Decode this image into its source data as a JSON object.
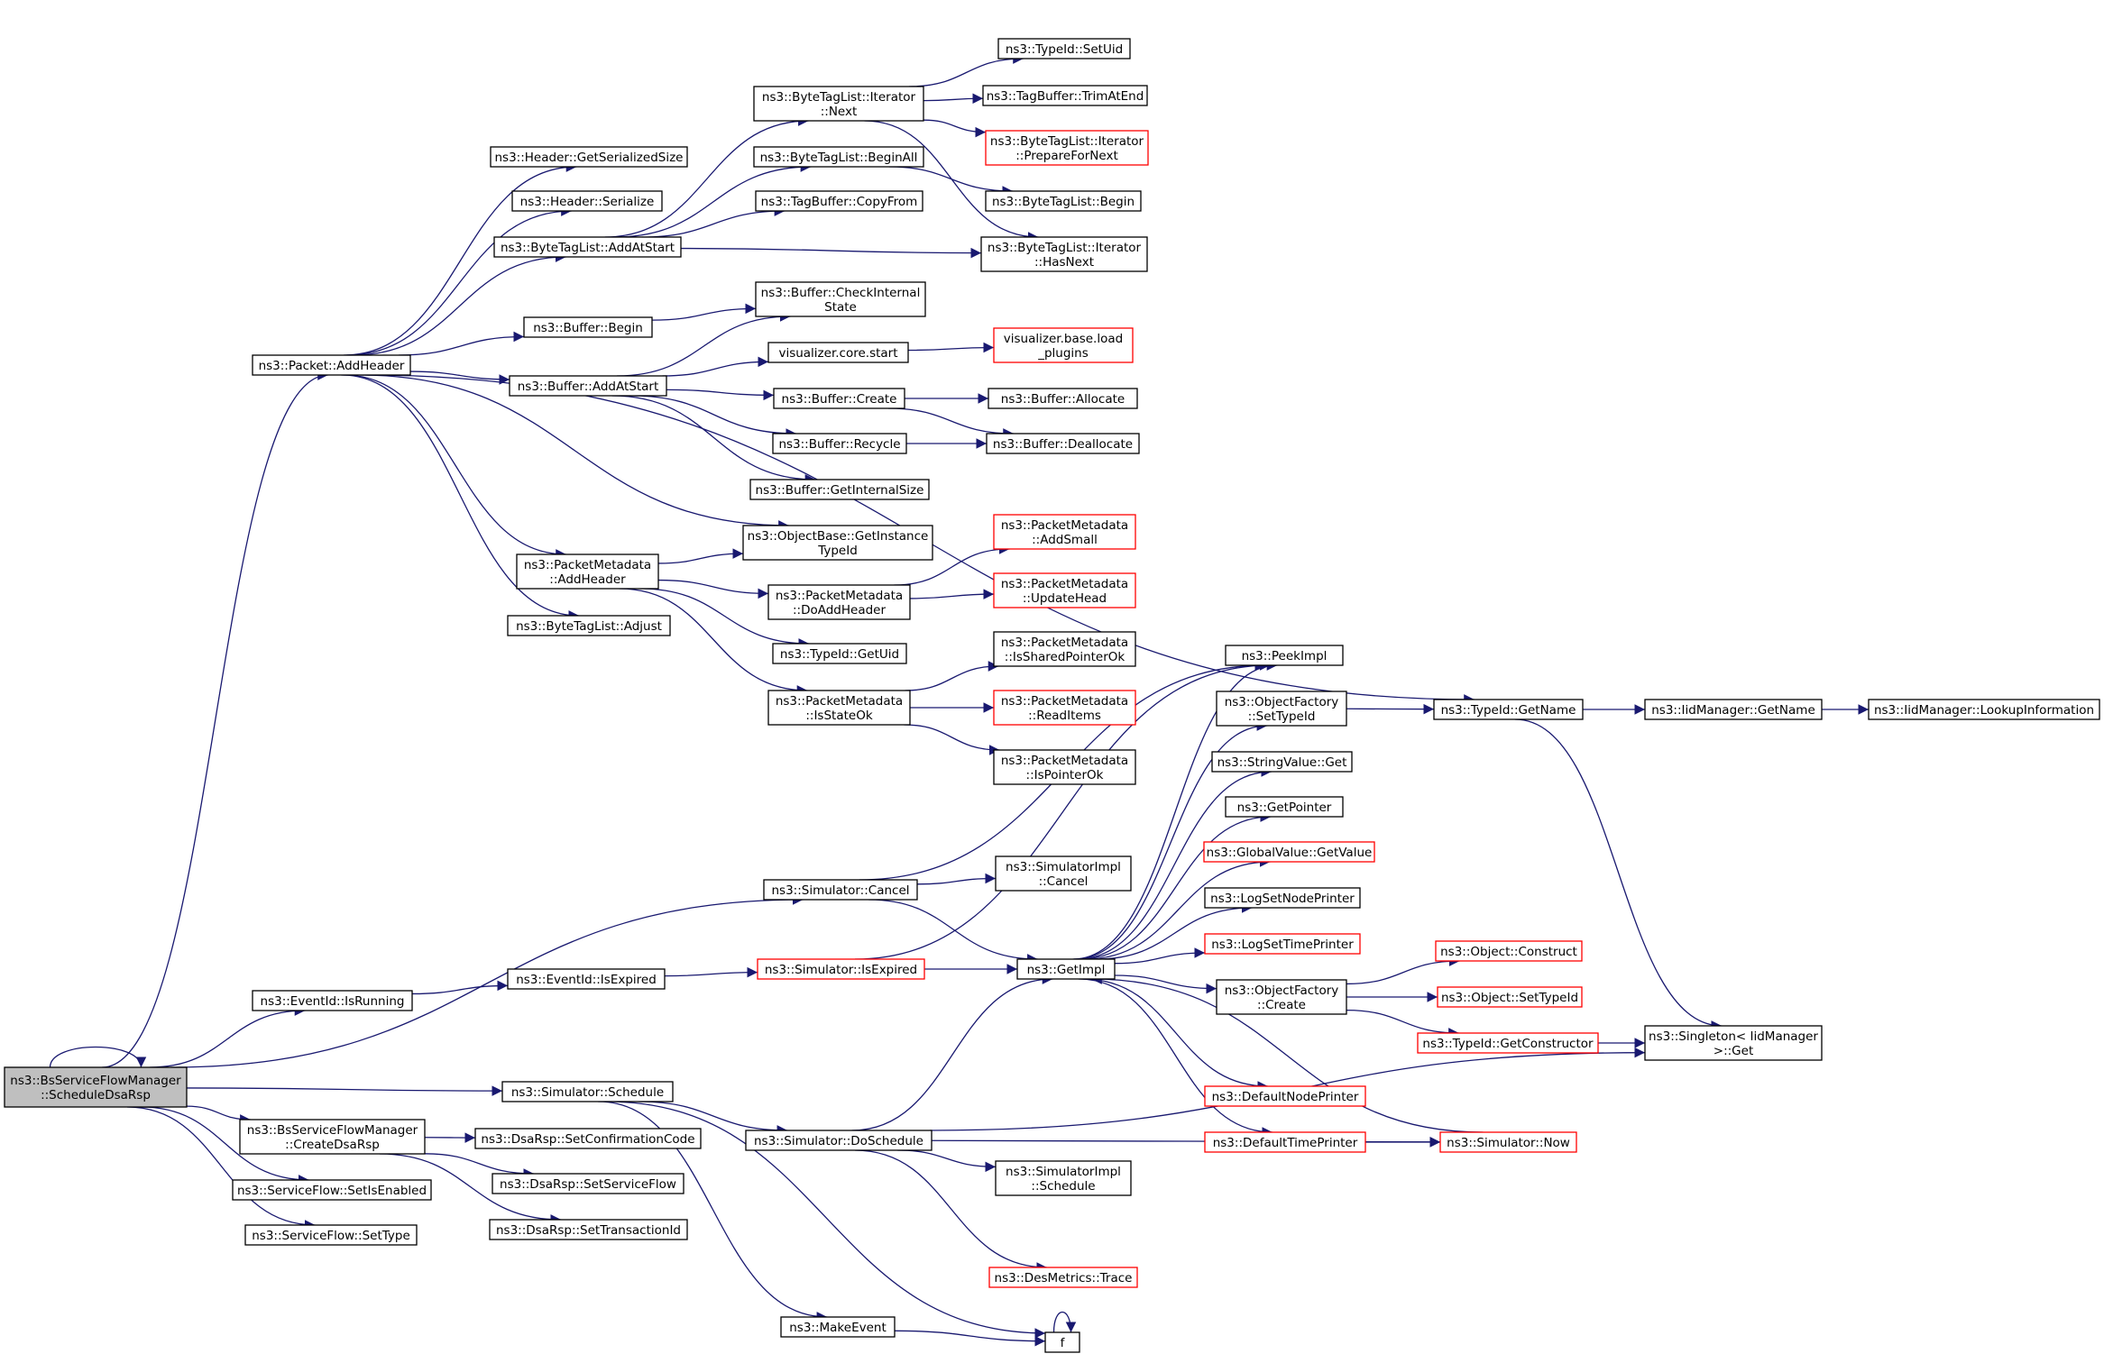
{
  "nodes": [
    {
      "id": "root",
      "lines": [
        "ns3::BsServiceFlowManager",
        "::ScheduleDsaRsp"
      ],
      "kind": "root"
    },
    {
      "id": "addHeader",
      "lines": [
        "ns3::Packet::AddHeader"
      ]
    },
    {
      "id": "eventIsRunning",
      "lines": [
        "ns3::EventId::IsRunning"
      ]
    },
    {
      "id": "createDsaRsp",
      "lines": [
        "ns3::BsServiceFlowManager",
        "::CreateDsaRsp"
      ]
    },
    {
      "id": "sfSetIsEnabled",
      "lines": [
        "ns3::ServiceFlow::SetIsEnabled"
      ]
    },
    {
      "id": "sfSetType",
      "lines": [
        "ns3::ServiceFlow::SetType"
      ]
    },
    {
      "id": "hdrGetSerSize",
      "lines": [
        "ns3::Header::GetSerializedSize"
      ]
    },
    {
      "id": "hdrSerialize",
      "lines": [
        "ns3::Header::Serialize"
      ]
    },
    {
      "id": "btlAddAtStart",
      "lines": [
        "ns3::ByteTagList::AddAtStart"
      ]
    },
    {
      "id": "bufBegin",
      "lines": [
        "ns3::Buffer::Begin"
      ]
    },
    {
      "id": "bufAddAtStart",
      "lines": [
        "ns3::Buffer::AddAtStart"
      ]
    },
    {
      "id": "pmAddHeader",
      "lines": [
        "ns3::PacketMetadata",
        "::AddHeader"
      ]
    },
    {
      "id": "btlAdjust",
      "lines": [
        "ns3::ByteTagList::Adjust"
      ]
    },
    {
      "id": "simCancel",
      "lines": [
        "ns3::Simulator::Cancel"
      ]
    },
    {
      "id": "eventIsExpired",
      "lines": [
        "ns3::EventId::IsExpired"
      ]
    },
    {
      "id": "simSchedule",
      "lines": [
        "ns3::Simulator::Schedule"
      ]
    },
    {
      "id": "dsaSetConf",
      "lines": [
        "ns3::DsaRsp::SetConfirmationCode"
      ]
    },
    {
      "id": "dsaSetSF",
      "lines": [
        "ns3::DsaRsp::SetServiceFlow"
      ]
    },
    {
      "id": "dsaSetTid",
      "lines": [
        "ns3::DsaRsp::SetTransactionId"
      ]
    },
    {
      "id": "btlIterNext",
      "lines": [
        "ns3::ByteTagList::Iterator",
        "::Next"
      ]
    },
    {
      "id": "btlBeginAll",
      "lines": [
        "ns3::ByteTagList::BeginAll"
      ]
    },
    {
      "id": "tbCopyFrom",
      "lines": [
        "ns3::TagBuffer::CopyFrom"
      ]
    },
    {
      "id": "bufCheckInternal",
      "lines": [
        "ns3::Buffer::CheckInternal",
        "State"
      ]
    },
    {
      "id": "vizCoreStart",
      "lines": [
        "visualizer.core.start"
      ]
    },
    {
      "id": "bufCreate",
      "lines": [
        "ns3::Buffer::Create"
      ]
    },
    {
      "id": "bufRecycle",
      "lines": [
        "ns3::Buffer::Recycle"
      ]
    },
    {
      "id": "bufGetInternalSize",
      "lines": [
        "ns3::Buffer::GetInternalSize"
      ]
    },
    {
      "id": "objGetInstanceTypeId",
      "lines": [
        "ns3::ObjectBase::GetInstance",
        "TypeId"
      ]
    },
    {
      "id": "pmDoAddHeader",
      "lines": [
        "ns3::PacketMetadata",
        "::DoAddHeader"
      ]
    },
    {
      "id": "typeIdGetUid",
      "lines": [
        "ns3::TypeId::GetUid"
      ]
    },
    {
      "id": "pmIsStateOk",
      "lines": [
        "ns3::PacketMetadata",
        "::IsStateOk"
      ]
    },
    {
      "id": "simIsExpired",
      "lines": [
        "ns3::Simulator::IsExpired"
      ],
      "kind": "red"
    },
    {
      "id": "simDoSchedule",
      "lines": [
        "ns3::Simulator::DoSchedule"
      ]
    },
    {
      "id": "makeEvent",
      "lines": [
        "ns3::MakeEvent"
      ]
    },
    {
      "id": "typeIdSetUid",
      "lines": [
        "ns3::TypeId::SetUid"
      ]
    },
    {
      "id": "tbTrimAtEnd",
      "lines": [
        "ns3::TagBuffer::TrimAtEnd"
      ]
    },
    {
      "id": "btlIterPrepare",
      "lines": [
        "ns3::ByteTagList::Iterator",
        "::PrepareForNext"
      ],
      "kind": "red"
    },
    {
      "id": "btlBegin",
      "lines": [
        "ns3::ByteTagList::Begin"
      ]
    },
    {
      "id": "btlIterHasNext",
      "lines": [
        "ns3::ByteTagList::Iterator",
        "::HasNext"
      ]
    },
    {
      "id": "vizLoadPlugins",
      "lines": [
        "visualizer.base.load",
        "_plugins"
      ],
      "kind": "red"
    },
    {
      "id": "bufAllocate",
      "lines": [
        "ns3::Buffer::Allocate"
      ]
    },
    {
      "id": "bufDeallocate",
      "lines": [
        "ns3::Buffer::Deallocate"
      ]
    },
    {
      "id": "pmAddSmall",
      "lines": [
        "ns3::PacketMetadata",
        "::AddSmall"
      ],
      "kind": "red"
    },
    {
      "id": "pmUpdateHead",
      "lines": [
        "ns3::PacketMetadata",
        "::UpdateHead"
      ],
      "kind": "red"
    },
    {
      "id": "pmIsSharedPtrOk",
      "lines": [
        "ns3::PacketMetadata",
        "::IsSharedPointerOk"
      ]
    },
    {
      "id": "pmReadItems",
      "lines": [
        "ns3::PacketMetadata",
        "::ReadItems"
      ],
      "kind": "red"
    },
    {
      "id": "pmIsPointerOk",
      "lines": [
        "ns3::PacketMetadata",
        "::IsPointerOk"
      ]
    },
    {
      "id": "simImplCancel",
      "lines": [
        "ns3::SimulatorImpl",
        "::Cancel"
      ]
    },
    {
      "id": "getImpl",
      "lines": [
        "ns3::GetImpl"
      ]
    },
    {
      "id": "simImplSchedule",
      "lines": [
        "ns3::SimulatorImpl",
        "::Schedule"
      ]
    },
    {
      "id": "desTrace",
      "lines": [
        "ns3::DesMetrics::Trace"
      ],
      "kind": "red"
    },
    {
      "id": "f",
      "lines": [
        "f"
      ]
    },
    {
      "id": "peekImpl",
      "lines": [
        "ns3::PeekImpl"
      ]
    },
    {
      "id": "ofSetTypeId",
      "lines": [
        "ns3::ObjectFactory",
        "::SetTypeId"
      ]
    },
    {
      "id": "strValueGet",
      "lines": [
        "ns3::StringValue::Get"
      ]
    },
    {
      "id": "getPointer",
      "lines": [
        "ns3::GetPointer"
      ]
    },
    {
      "id": "gvGetValue",
      "lines": [
        "ns3::GlobalValue::GetValue"
      ],
      "kind": "red"
    },
    {
      "id": "logSetNodePrinter",
      "lines": [
        "ns3::LogSetNodePrinter"
      ]
    },
    {
      "id": "logSetTimePrinter",
      "lines": [
        "ns3::LogSetTimePrinter"
      ],
      "kind": "red"
    },
    {
      "id": "ofCreate",
      "lines": [
        "ns3::ObjectFactory",
        "::Create"
      ]
    },
    {
      "id": "defNodePrinter",
      "lines": [
        "ns3::DefaultNodePrinter"
      ],
      "kind": "red"
    },
    {
      "id": "defTimePrinter",
      "lines": [
        "ns3::DefaultTimePrinter"
      ],
      "kind": "red"
    },
    {
      "id": "typeIdGetName",
      "lines": [
        "ns3::TypeId::GetName"
      ]
    },
    {
      "id": "objConstruct",
      "lines": [
        "ns3::Object::Construct"
      ],
      "kind": "red"
    },
    {
      "id": "objSetTypeId",
      "lines": [
        "ns3::Object::SetTypeId"
      ],
      "kind": "red"
    },
    {
      "id": "typeIdGetCtor",
      "lines": [
        "ns3::TypeId::GetConstructor"
      ],
      "kind": "red"
    },
    {
      "id": "simNow",
      "lines": [
        "ns3::Simulator::Now"
      ],
      "kind": "red"
    },
    {
      "id": "iidGetName",
      "lines": [
        "ns3::IidManager::GetName"
      ]
    },
    {
      "id": "singletonGet",
      "lines": [
        "ns3::Singleton< IidManager",
        ">::Get"
      ]
    },
    {
      "id": "iidLookup",
      "lines": [
        "ns3::IidManager::LookupInformation"
      ]
    }
  ],
  "edges": [
    [
      "root",
      "root"
    ],
    [
      "root",
      "addHeader"
    ],
    [
      "root",
      "eventIsRunning"
    ],
    [
      "root",
      "simSchedule"
    ],
    [
      "root",
      "createDsaRsp"
    ],
    [
      "root",
      "sfSetIsEnabled"
    ],
    [
      "root",
      "sfSetType"
    ],
    [
      "addHeader",
      "typeIdGetName"
    ],
    [
      "addHeader",
      "hdrGetSerSize"
    ],
    [
      "addHeader",
      "hdrSerialize"
    ],
    [
      "addHeader",
      "btlAddAtStart"
    ],
    [
      "addHeader",
      "bufBegin"
    ],
    [
      "addHeader",
      "bufAddAtStart"
    ],
    [
      "addHeader",
      "objGetInstanceTypeId"
    ],
    [
      "addHeader",
      "pmAddHeader"
    ],
    [
      "addHeader",
      "btlAdjust"
    ],
    [
      "btlAddAtStart",
      "btlIterNext"
    ],
    [
      "btlAddAtStart",
      "btlBeginAll"
    ],
    [
      "btlAddAtStart",
      "tbCopyFrom"
    ],
    [
      "btlAddAtStart",
      "btlIterHasNext"
    ],
    [
      "btlIterNext",
      "typeIdSetUid"
    ],
    [
      "btlIterNext",
      "tbTrimAtEnd"
    ],
    [
      "btlIterNext",
      "btlIterPrepare"
    ],
    [
      "btlIterNext",
      "btlIterHasNext"
    ],
    [
      "btlBeginAll",
      "btlBegin"
    ],
    [
      "bufBegin",
      "bufCheckInternal"
    ],
    [
      "bufAddAtStart",
      "bufCheckInternal"
    ],
    [
      "bufAddAtStart",
      "vizCoreStart"
    ],
    [
      "bufAddAtStart",
      "bufCreate"
    ],
    [
      "bufAddAtStart",
      "bufRecycle"
    ],
    [
      "bufAddAtStart",
      "bufGetInternalSize"
    ],
    [
      "vizCoreStart",
      "vizLoadPlugins"
    ],
    [
      "bufCreate",
      "bufAllocate"
    ],
    [
      "bufCreate",
      "bufDeallocate"
    ],
    [
      "bufRecycle",
      "bufDeallocate"
    ],
    [
      "pmAddHeader",
      "objGetInstanceTypeId"
    ],
    [
      "pmAddHeader",
      "pmDoAddHeader"
    ],
    [
      "pmAddHeader",
      "typeIdGetUid"
    ],
    [
      "pmAddHeader",
      "pmIsStateOk"
    ],
    [
      "pmDoAddHeader",
      "pmAddSmall"
    ],
    [
      "pmDoAddHeader",
      "pmUpdateHead"
    ],
    [
      "pmIsStateOk",
      "pmIsSharedPtrOk"
    ],
    [
      "pmIsStateOk",
      "pmReadItems"
    ],
    [
      "pmIsStateOk",
      "pmIsPointerOk"
    ],
    [
      "eventIsRunning",
      "eventIsExpired"
    ],
    [
      "eventIsExpired",
      "simIsExpired"
    ],
    [
      "simIsExpired",
      "getImpl"
    ],
    [
      "simIsExpired",
      "peekImpl"
    ],
    [
      "simCancel",
      "simImplCancel"
    ],
    [
      "simCancel",
      "getImpl"
    ],
    [
      "simCancel",
      "peekImpl"
    ],
    [
      "root",
      "simCancel"
    ],
    [
      "simSchedule",
      "simDoSchedule"
    ],
    [
      "simSchedule",
      "makeEvent"
    ],
    [
      "simSchedule",
      "f"
    ],
    [
      "simDoSchedule",
      "getImpl"
    ],
    [
      "simDoSchedule",
      "simImplSchedule"
    ],
    [
      "simDoSchedule",
      "desTrace"
    ],
    [
      "simDoSchedule",
      "simNow"
    ],
    [
      "simDoSchedule",
      "singletonGet"
    ],
    [
      "makeEvent",
      "f"
    ],
    [
      "f",
      "f"
    ],
    [
      "createDsaRsp",
      "dsaSetConf"
    ],
    [
      "createDsaRsp",
      "dsaSetSF"
    ],
    [
      "createDsaRsp",
      "dsaSetTid"
    ],
    [
      "getImpl",
      "peekImpl"
    ],
    [
      "getImpl",
      "ofSetTypeId"
    ],
    [
      "getImpl",
      "strValueGet"
    ],
    [
      "getImpl",
      "getPointer"
    ],
    [
      "getImpl",
      "gvGetValue"
    ],
    [
      "getImpl",
      "logSetNodePrinter"
    ],
    [
      "getImpl",
      "logSetTimePrinter"
    ],
    [
      "getImpl",
      "ofCreate"
    ],
    [
      "getImpl",
      "defNodePrinter"
    ],
    [
      "getImpl",
      "defTimePrinter"
    ],
    [
      "ofSetTypeId",
      "typeIdGetName"
    ],
    [
      "ofCreate",
      "objConstruct"
    ],
    [
      "ofCreate",
      "objSetTypeId"
    ],
    [
      "ofCreate",
      "typeIdGetCtor"
    ],
    [
      "typeIdGetCtor",
      "singletonGet"
    ],
    [
      "defTimePrinter",
      "simNow"
    ],
    [
      "simNow",
      "getImpl"
    ],
    [
      "typeIdGetName",
      "iidGetName"
    ],
    [
      "typeIdGetName",
      "singletonGet"
    ],
    [
      "iidGetName",
      "iidLookup"
    ]
  ]
}
